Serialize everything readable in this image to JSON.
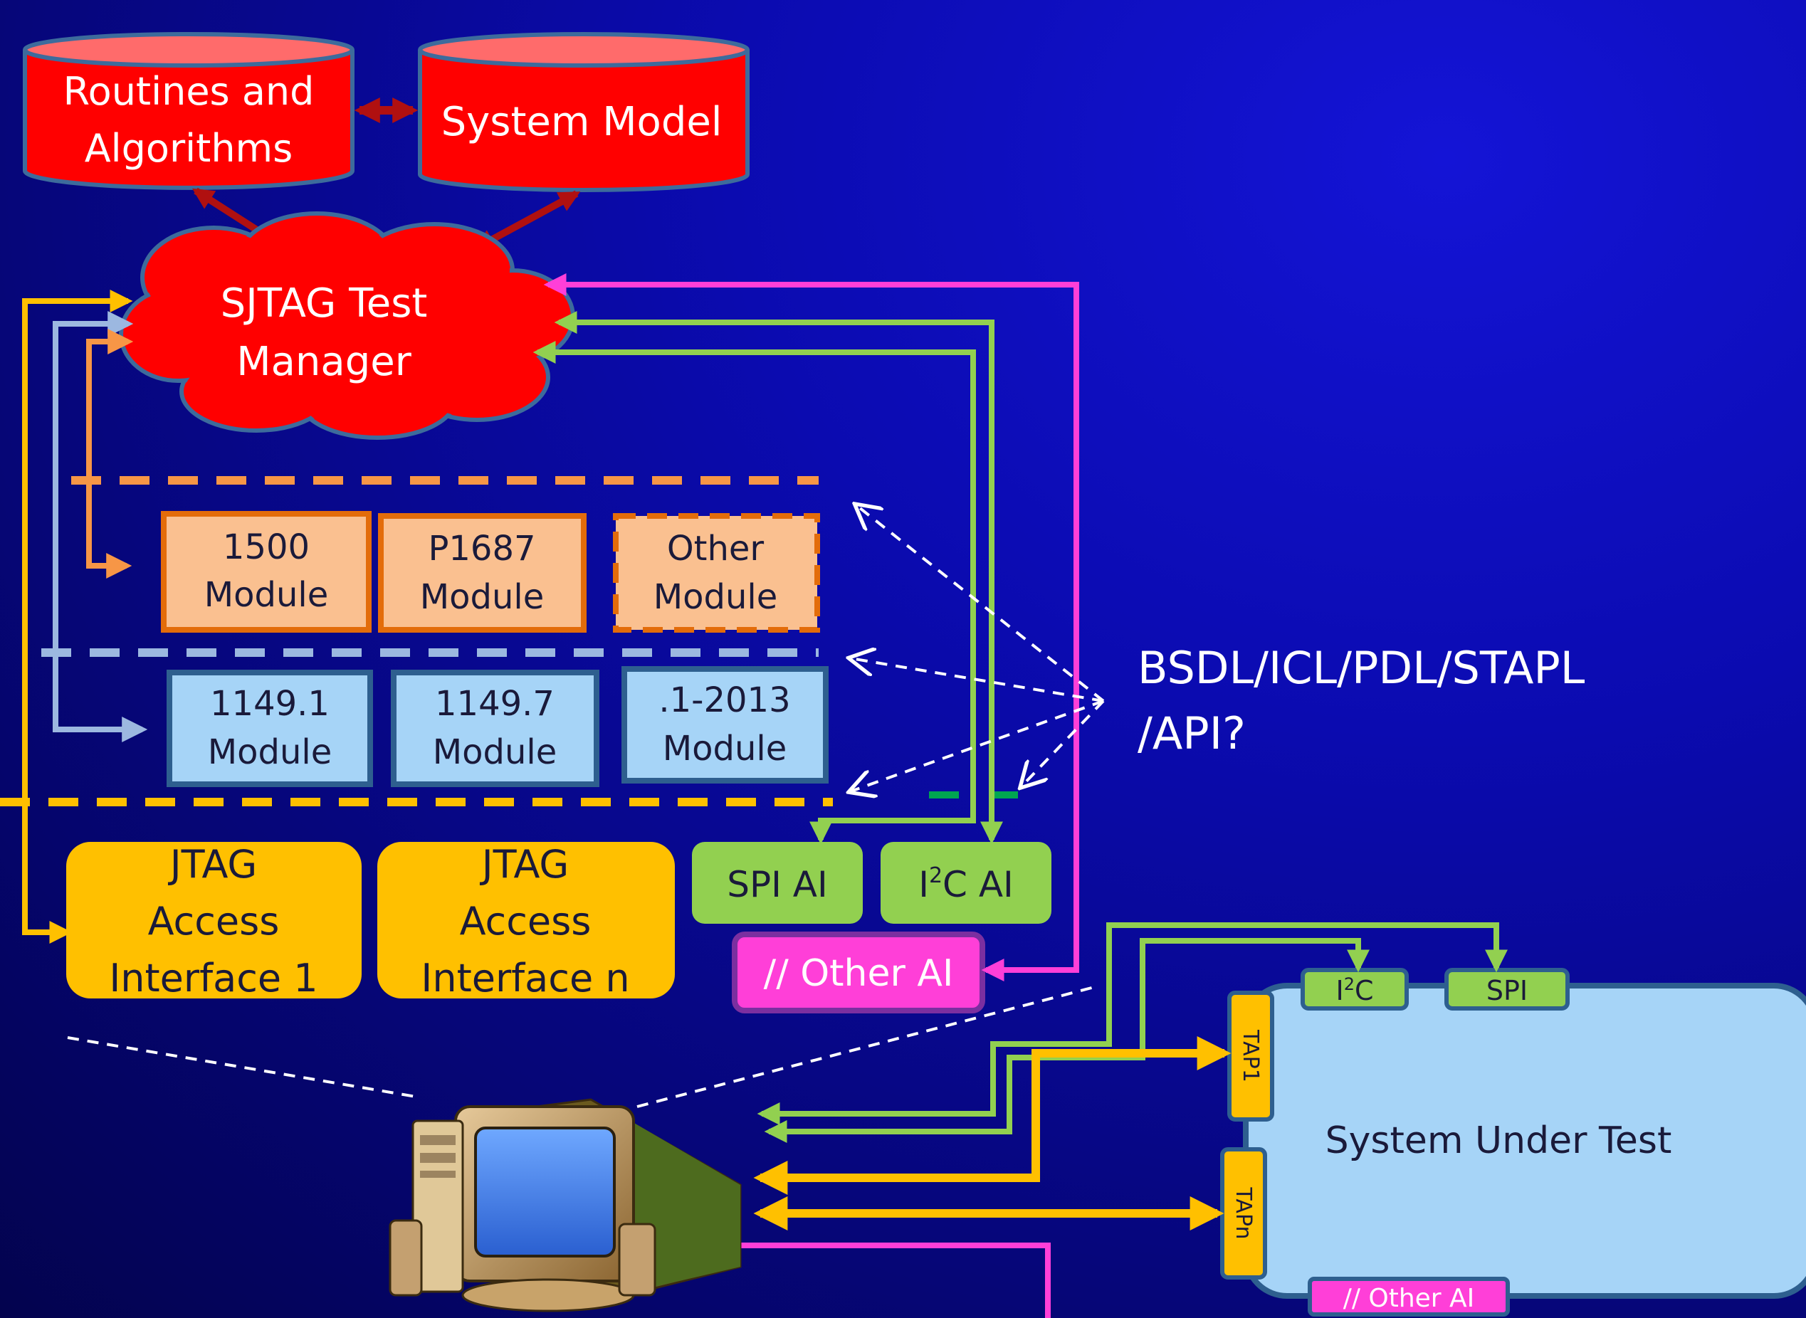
{
  "colors": {
    "background": "#0a0aa8",
    "db_red": "#ff0000",
    "db_top": "#ff6b6b",
    "orange_border": "#e36c0a",
    "orange_fill": "#fac090",
    "blue_border": "#2e5f8f",
    "blue_fill": "#a6d4f7",
    "yellow": "#ffc000",
    "green": "#92d050",
    "magenta": "#ff3fd8",
    "sut_fill": "#a6d4f7"
  },
  "databases": {
    "routines": [
      "Routines and",
      "Algorithms"
    ],
    "system_model": "System Model"
  },
  "manager": [
    "SJTAG Test",
    "Manager"
  ],
  "orange_modules": [
    {
      "line1": "1500",
      "line2": "Module"
    },
    {
      "line1": "P1687",
      "line2": "Module"
    },
    {
      "line1": "Other",
      "line2": "Module"
    }
  ],
  "blue_modules": [
    {
      "line1": "1149.1",
      "line2": "Module"
    },
    {
      "line1": "1149.7",
      "line2": "Module"
    },
    {
      "line1": ".1-2013",
      "line2": "Module"
    }
  ],
  "jtag_interfaces": [
    [
      "JTAG",
      "Access",
      "Interface 1"
    ],
    [
      "JTAG",
      "Access",
      "Interface n"
    ]
  ],
  "access_interfaces": {
    "spi": "SPI AI",
    "i2c_prefix": "I",
    "i2c_sup": "2",
    "i2c_suffix": "C AI",
    "other": "// Other AI"
  },
  "bsdl_label": [
    "BSDL/ICL/PDL/STAPL",
    "/API?"
  ],
  "sut": {
    "title": "System Under Test",
    "i2c_prefix": "I",
    "i2c_sup": "2",
    "i2c_suffix": "C",
    "spi": "SPI",
    "tap1": "TAP1",
    "tapn": "TAPn",
    "other": "// Other AI"
  },
  "icons": {
    "computer": "desktop-computer-icon",
    "manager": "cloud-shape",
    "databases": "cylinder-database-shape"
  }
}
